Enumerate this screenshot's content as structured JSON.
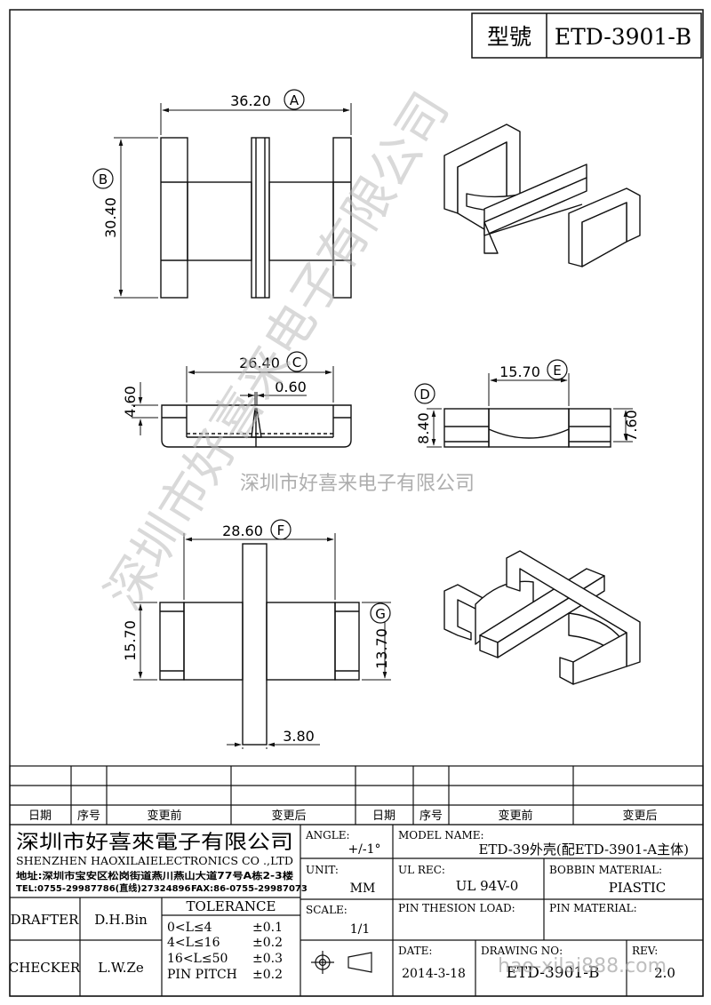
{
  "title_block": {
    "model_label": "型號",
    "model_value": "ETD-3901-B"
  },
  "dimensions": {
    "a_value": "36.20",
    "a_tag": "A",
    "b_value": "30.40",
    "b_tag": "B",
    "c_value": "26.40",
    "c_tag": "C",
    "small_gap": "0.60",
    "side_height": "4.60",
    "d_value": "8.40",
    "d_tag": "D",
    "e_value": "15.70",
    "e_tag": "E",
    "right_height": "7.60",
    "f_value": "28.60",
    "f_tag": "F",
    "left_height": "15.70",
    "g_value": "13.70",
    "g_tag": "G",
    "bottom_width": "3.80"
  },
  "watermark": {
    "diagonal": "深圳市好喜来电子有限公司",
    "horizontal": "深圳市好喜来电子有限公司",
    "url": "hao-xilai888.com"
  },
  "revision_table": {
    "headers": [
      "日期",
      "序号",
      "变更前",
      "变更后",
      "日期",
      "序号",
      "变更前",
      "变更后"
    ]
  },
  "company": {
    "name_cn": "深圳市好喜來電子有限公司",
    "name_en": "SHENZHEN HAOXILAIELECTRONICS CO .,LTD",
    "address": "地址:深圳市宝安区松岗街道燕川燕山大道77号A栋2-3楼",
    "tel": "TEL:0755-29987786(直线)27324896",
    "fax": "FAX:86-0755-29987073"
  },
  "fields": {
    "angle_label": "ANGLE:",
    "angle_value": "+/-1°",
    "model_name_label": "MODEL NAME:",
    "model_name_value": "ETD-39外壳(配ETD-3901-A主体)",
    "unit_label": "UNIT:",
    "unit_value": "MM",
    "ul_label": "UL REC:",
    "ul_value": "UL 94V-0",
    "bobbin_label": "BOBBIN MATERIAL:",
    "bobbin_value": "PIASTIC",
    "scale_label": "SCALE:",
    "scale_value": "1/1",
    "pin_tension_label": "PIN THESION LOAD:",
    "pin_material_label": "PIN MATERIAL:",
    "date_label": "DATE:",
    "date_value": "2014-3-18",
    "drawing_no_label": "DRAWING NO:",
    "drawing_no_value": "ETD-3901-B",
    "rev_label": "REV:",
    "rev_value": "2.0"
  },
  "people": {
    "drafter_label": "DRAFTER",
    "drafter_value": "D.H.Bin",
    "checker_label": "CHECKER",
    "checker_value": "L.W.Ze"
  },
  "tolerance": {
    "title": "TOLERANCE",
    "rows": [
      {
        "range": "0<L≤4",
        "tol": "±0.1"
      },
      {
        "range": "4<L≤16",
        "tol": "±0.2"
      },
      {
        "range": "16<L≤50",
        "tol": "±0.3"
      },
      {
        "range": "PIN PITCH",
        "tol": "±0.2"
      }
    ]
  }
}
